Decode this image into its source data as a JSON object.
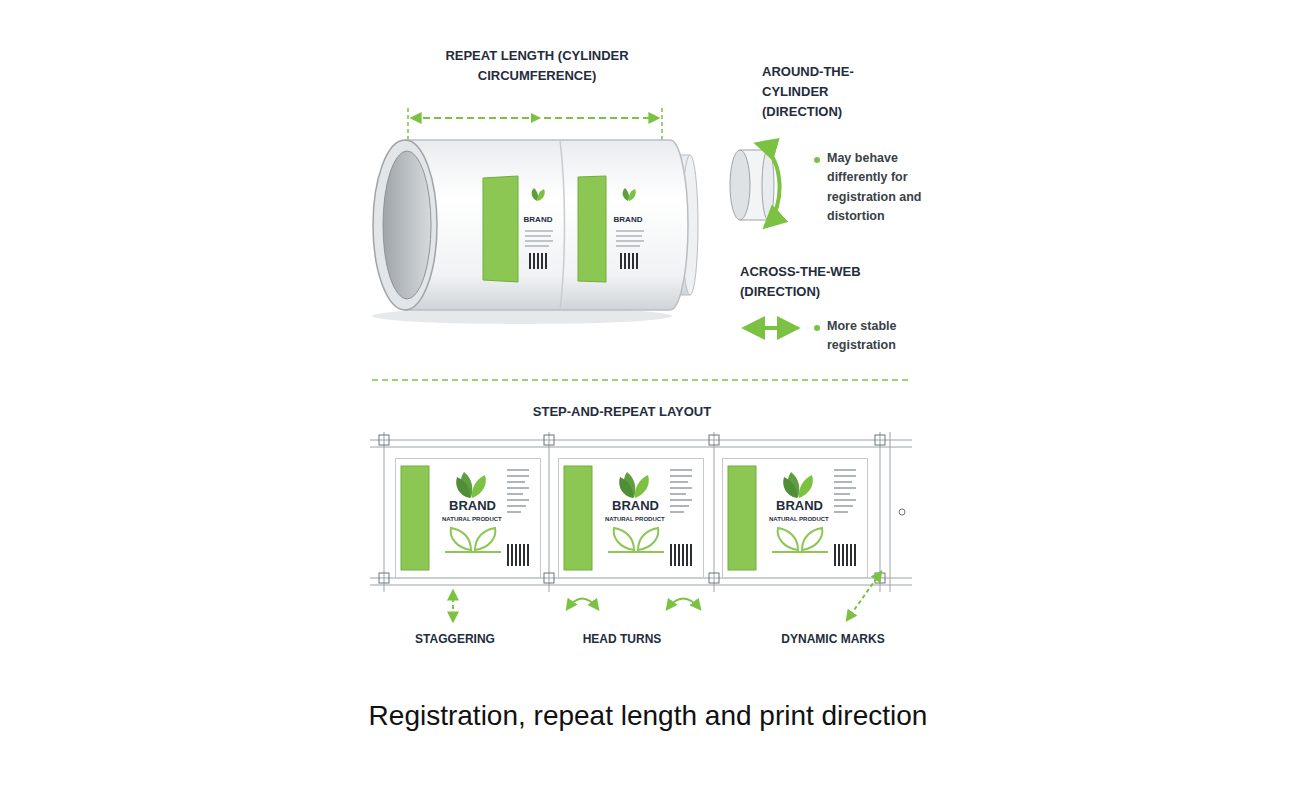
{
  "diagram": {
    "caption": "Registration, repeat length and print direction",
    "nodes": [
      {
        "text": [
          "BRAND",
          "NATURAL PRODUCT"
        ]
      },
      {
        "text": [
          "BRAND",
          "NATURAL PRODUCT"
        ]
      },
      {
        "text": [
          "BRAND",
          "NATURAL PRODUCT"
        ]
      }
    ],
    "labels": [
      "REPEAT LENGTH (CYLINDER CIRCUMFERENCE)",
      "BRAND",
      "BRAND",
      "AROUND-THE-CYLINDER (DIRECTION)",
      "May behave differently for registration and distortion",
      "ACROSS-THE-WEB (DIRECTION)",
      "More stable registration",
      "STEP-AND-REPEAT LAYOUT",
      "STAGGERING",
      "HEAD TURNS",
      "DYNAMIC MARKS"
    ]
  }
}
